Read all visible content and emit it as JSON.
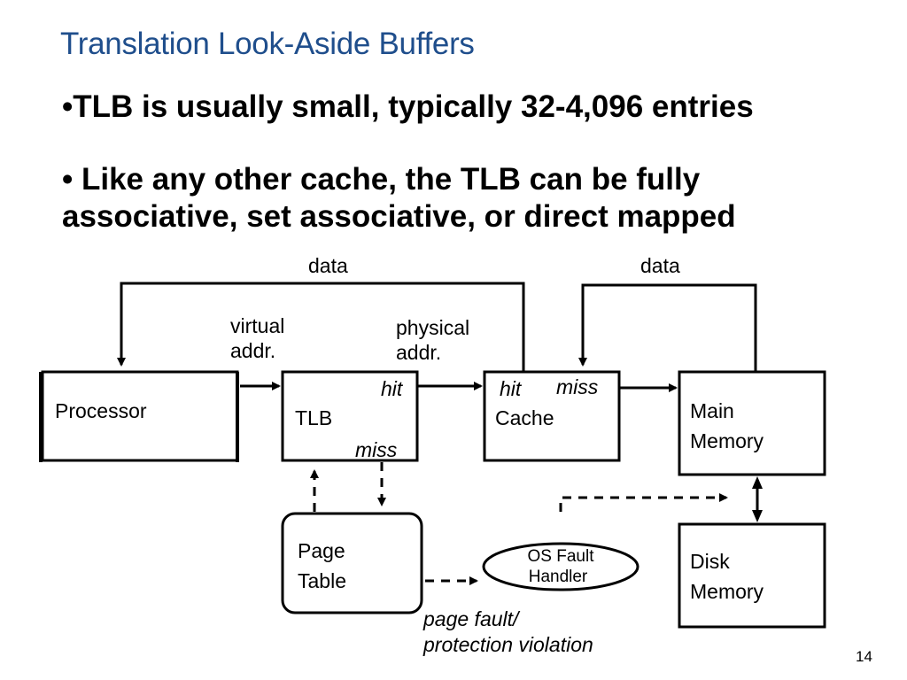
{
  "slide": {
    "title": "Translation Look-Aside Buffers",
    "bullets": [
      "•TLB is usually small, typically 32-4,096 entries",
      "• Like any other cache, the TLB can be fully",
      "associative, set associative, or direct mapped"
    ],
    "page_number": "14"
  },
  "diagram": {
    "nodes": {
      "processor": "Processor",
      "tlb": "TLB",
      "cache": "Cache",
      "main_memory": [
        "Main",
        "Memory"
      ],
      "page_table": [
        "Page",
        "Table"
      ],
      "os_fault_handler": [
        "OS Fault",
        "Handler"
      ],
      "disk_memory": [
        "Disk",
        "Memory"
      ]
    },
    "labels": {
      "data_left": "data",
      "data_right": "data",
      "virtual_addr": [
        "virtual",
        "addr."
      ],
      "physical_addr": [
        "physical",
        "addr."
      ],
      "tlb_hit": "hit",
      "tlb_miss": "miss",
      "cache_hit": "hit",
      "cache_miss": "miss",
      "page_fault": [
        "page fault/",
        "protection violation"
      ]
    }
  }
}
